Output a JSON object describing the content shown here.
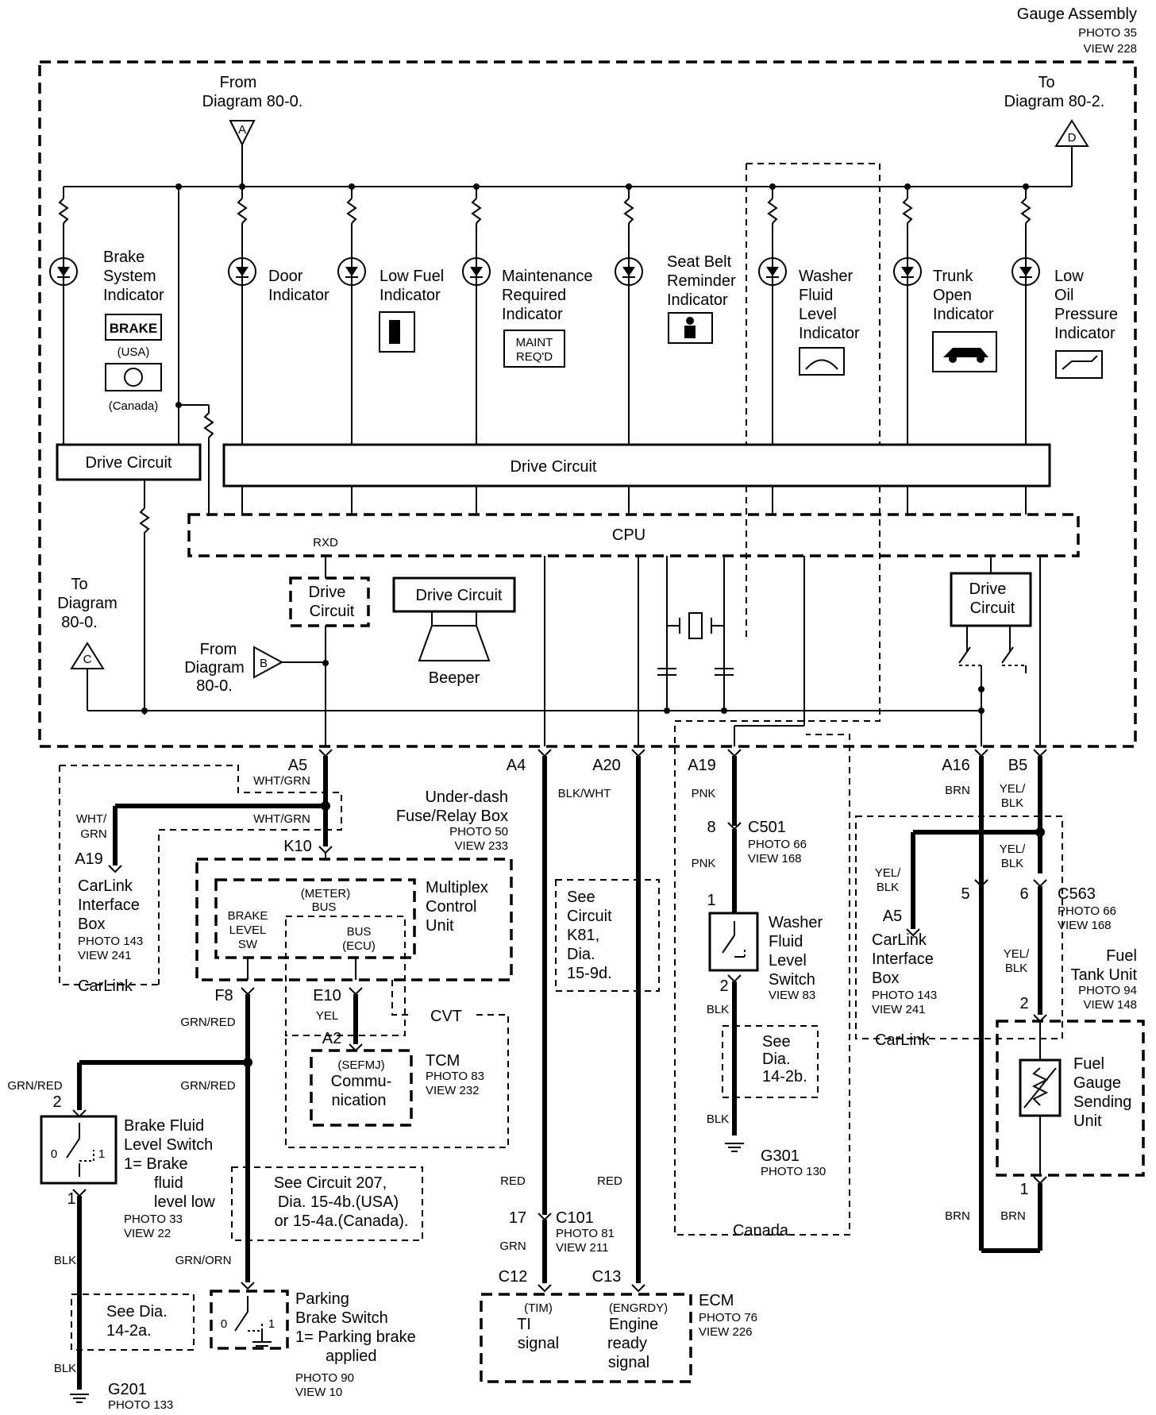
{
  "header": {
    "title": "Gauge Assembly",
    "photo": "PHOTO 35",
    "view": "VIEW 228"
  },
  "connectors_top": {
    "from_a": [
      "From",
      "Diagram 80-0."
    ],
    "to_d": [
      "To",
      "Diagram 80-2."
    ],
    "to_c": [
      "To",
      "Diagram",
      "80-0."
    ],
    "from_b": [
      "From",
      "Diagram",
      "80-0."
    ],
    "letter_a": "A",
    "letter_b": "B",
    "letter_c": "C",
    "letter_d": "D"
  },
  "indicators": {
    "brake": [
      "Brake",
      "System",
      "Indicator"
    ],
    "brake_icon": "BRAKE",
    "usa": "(USA)",
    "canada": "(Canada)",
    "door": [
      "Door",
      "Indicator"
    ],
    "fuel": [
      "Low Fuel",
      "Indicator"
    ],
    "maint": [
      "Maintenance",
      "Required",
      "Indicator"
    ],
    "maint_icon": [
      "MAINT",
      "REQ'D"
    ],
    "seatbelt": [
      "Seat Belt",
      "Reminder",
      "Indicator"
    ],
    "washer": [
      "Washer",
      "Fluid",
      "Level",
      "Indicator"
    ],
    "trunk": [
      "Trunk",
      "Open",
      "Indicator"
    ],
    "oil": [
      "Low",
      "Oil",
      "Pressure",
      "Indicator"
    ]
  },
  "blocks": {
    "drive_circuit": "Drive Circuit",
    "drive_circuit_2": [
      "Drive",
      "Circuit"
    ],
    "cpu": "CPU",
    "rxd": "RXD",
    "beeper": "Beeper"
  },
  "pins": {
    "a5": "A5",
    "a4": "A4",
    "a20": "A20",
    "a19": "A19",
    "a16": "A16",
    "b5": "B5",
    "k10": "K10",
    "f8": "F8",
    "e10": "E10",
    "a2": "A2",
    "a19_carlink": "A19",
    "a5_carlink": "A5",
    "p8": "8",
    "p1": "1",
    "p2": "2",
    "p5": "5",
    "p6": "6",
    "p17": "17",
    "p2_fuel": "2",
    "p1_fuel": "1",
    "p2_brake": "2",
    "p1_brake": "1",
    "c12": "C12",
    "c13": "C13"
  },
  "wires": {
    "wht_grn": "WHT/GRN",
    "wht": "WHT/",
    "grn": "GRN",
    "blk_wht": "BLK/WHT",
    "pnk": "PNK",
    "brn": "BRN",
    "yel": "YEL/",
    "blk": "BLK",
    "yel_only": "YEL",
    "grn_red": "GRN/RED",
    "red": "RED",
    "grn_orn": "GRN/ORN"
  },
  "components": {
    "underdash": [
      "Under-dash",
      "Fuse/Relay Box",
      "PHOTO 50",
      "VIEW 233"
    ],
    "carlink_box_1": [
      "CarLink",
      "Interface",
      "Box",
      "PHOTO 143",
      "VIEW 241"
    ],
    "carlink": "CarLink",
    "mcu": [
      "Multiplex",
      "Control",
      "Unit"
    ],
    "meter_bus": [
      "(METER)",
      "BUS"
    ],
    "brake_level_sw": [
      "BRAKE",
      "LEVEL",
      "SW"
    ],
    "bus_ecu": [
      "BUS",
      "(ECU)"
    ],
    "cvt": "CVT",
    "tcm": [
      "TCM",
      "PHOTO 83",
      "VIEW 232"
    ],
    "sefmj": [
      "(SEFMJ)",
      "Commu-",
      "nication"
    ],
    "see_k81": [
      "See",
      "Circuit",
      "K81,",
      "Dia.",
      "15-9d."
    ],
    "c501": [
      "C501",
      "PHOTO 66",
      "VIEW 168"
    ],
    "washer_switch": [
      "Washer",
      "Fluid",
      "Level",
      "Switch",
      "VIEW 83"
    ],
    "see_142b": [
      "See",
      "Dia.",
      "14-2b."
    ],
    "g301": [
      "G301",
      "PHOTO 130"
    ],
    "canada": "Canada",
    "carlink_box_2": [
      "CarLink",
      "Interface",
      "Box",
      "PHOTO 143",
      "VIEW 241"
    ],
    "c563": [
      "C563",
      "PHOTO 66",
      "VIEW 168"
    ],
    "fuel_tank": [
      "Fuel",
      "Tank Unit",
      "PHOTO 94",
      "VIEW 148"
    ],
    "fuel_gauge": [
      "Fuel",
      "Gauge",
      "Sending",
      "Unit"
    ],
    "brake_fluid": [
      "Brake Fluid",
      "Level Switch",
      "1=  Brake",
      "fluid",
      "level low",
      "PHOTO 33",
      "VIEW 22"
    ],
    "see_207": [
      "See Circuit 207,",
      "Dia. 15-4b.(USA)",
      "or 15-4a.(Canada)."
    ],
    "c101": [
      "C101",
      "PHOTO 81",
      "VIEW 211"
    ],
    "see_142a": [
      "See Dia.",
      "14-2a."
    ],
    "g201": [
      "G201",
      "PHOTO 133"
    ],
    "parking": [
      "Parking",
      "Brake Switch",
      "1=  Parking brake",
      "applied",
      "PHOTO 90",
      "VIEW 10"
    ],
    "ecm": [
      "ECM",
      "PHOTO 76",
      "VIEW 226"
    ],
    "tim": [
      "(TIM)",
      "TI",
      "signal"
    ],
    "engrdy": [
      "(ENGRDY)",
      "Engine",
      "ready",
      "signal"
    ],
    "sw0": "0",
    "sw1": "1"
  }
}
